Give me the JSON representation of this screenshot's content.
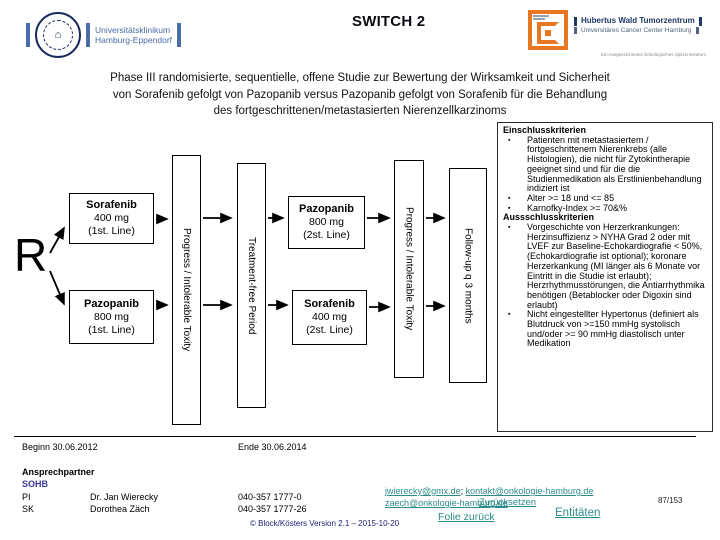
{
  "header": {
    "title": "SWITCH 2",
    "uke_logo": {
      "line1": "Universitätsklinikum",
      "line2": "Hamburg-Eppendorf"
    },
    "ucch_logo": {
      "line1": "Hubertus Wald Tumorzentrum",
      "line2": "Universitäres Cancer Center Hamburg",
      "tagline": "Ein Ausgezeichnetes Onkologisches Spitzenzentrum"
    }
  },
  "study_description": {
    "line1": "Phase III randomisierte, sequentielle, offene Studie zur Bewertung der Wirksamkeit und Sicherheit",
    "line2": "von Sorafenib gefolgt von Pazopanib versus Pazopanib gefolgt von Sorafenib für die Behandlung",
    "line3": "des fortgeschrittenen/metastasierten Nierenzellkarzinoms"
  },
  "diagram": {
    "randomization_label": "R",
    "arm1_first": {
      "drug": "Sorafenib",
      "dose": "400 mg",
      "line": "(1st. Line)"
    },
    "arm2_first": {
      "drug": "Pazopanib",
      "dose": "800 mg",
      "line": "(1st. Line)"
    },
    "progress_box1": "Progress / Intolerable Toxity",
    "treatment_free": "Treatment-free Period",
    "arm1_second": {
      "drug": "Pazopanib",
      "dose": "800 mg",
      "line": "(2st. Line)"
    },
    "arm2_second": {
      "drug": "Sorafenib",
      "dose": "400 mg",
      "line": "(2st. Line)"
    },
    "progress_box2": "Progress / Intolerable Toxity",
    "follow_up": "Follow-up q 3 months"
  },
  "criteria": {
    "bullet": "▪",
    "inclusion_title": "Einschlusskriterien",
    "inclusion_items": [
      "Patienten mit metastasiertem / fortgeschrittenem Nierenkrebs (alle Histologien), die nicht für Zytokintherapie geeignet sind und für die die Studienmedikation als Erstlinienbehandlung indiziert ist",
      "Alter >= 18 und <= 85",
      "Karnofky-Index >= 70&%"
    ],
    "exclusion_title": "Aussschlusskriterien",
    "exclusion_items": [
      "Vorgeschichte von Herzerkrankungen: Herzinsuffizienz > NYHA Grad 2 oder mit LVEF zur Baseline-Echokardiografie < 50%, (Echokardiografie ist optional); koronare Herzerkankung (MI länger als 6 Monate vor Eintritt in die Studie ist erlaubt); Herzrhythmusstörungen, die Antiarrhythmika benötigen (Betablocker oder Digoxin sind erlaubt)",
      "Nicht eingestellter Hypertonus (definiert als Blutdruck von >=150 mmHg systolisch und/oder >= 90 mmHg diastolisch unter Medikation"
    ]
  },
  "footer": {
    "begin_label": "Beginn 30.06.2012",
    "end_label": "Ende 30.06.2014",
    "contact_heading": "Ansprechpartner",
    "group": "SOHB",
    "contacts": [
      {
        "role": "PI",
        "name": "Dr. Jan Wierecky",
        "phone": "040-357 1777-0"
      },
      {
        "role": "SK",
        "name": "Dorothea Zäch",
        "phone": "040-357 1777-26"
      }
    ],
    "email1": "jwierecky@gmx.de",
    "email_separator": "; ",
    "email2": "kontakt@onkologie-hamburg.de",
    "email3": "zaech@onkologie-hamburg.de",
    "links": {
      "reset": "Zurücksetzen",
      "back": "Folie zurück",
      "entities": "Entitäten"
    },
    "page_number": "87/153",
    "version": "© Block/Kösters Version 2.1 – 2015-10-20"
  },
  "colors": {
    "accent_orange": "#e87722",
    "link_teal": "#2e8b8b",
    "navy": "#1f3864",
    "uke_blue": "#4a6da7"
  }
}
